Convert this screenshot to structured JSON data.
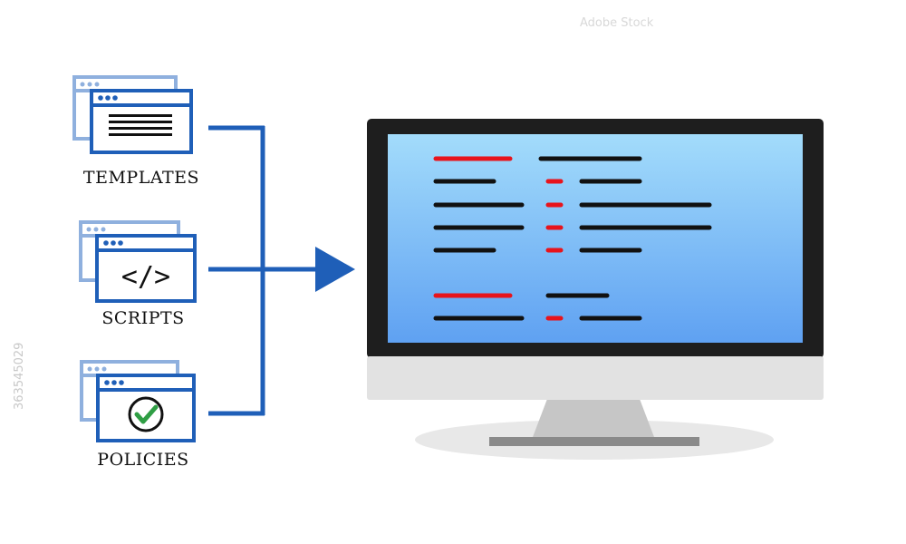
{
  "colors": {
    "blue": "#1f5fb8",
    "light_blue": "#8fb0de",
    "screen_top": "#a3dcfb",
    "screen_bottom": "#5fa1f2",
    "bezel": "#1e1e1e",
    "red_code": "#e8131b",
    "black_code": "#111111",
    "green_check": "#2f9e44",
    "monitor_base": "#e2e2e2",
    "stand": "#c6c6c6"
  },
  "sources": [
    {
      "label": "TEMPLATES",
      "icon": "text-lines-icon"
    },
    {
      "label": "SCRIPTS",
      "icon": "code-brackets-icon",
      "glyph": "</>"
    },
    {
      "label": "POLICIES",
      "icon": "green-check-icon"
    }
  ],
  "watermark": {
    "id": "363545029",
    "brand": "Adobe Stock"
  }
}
